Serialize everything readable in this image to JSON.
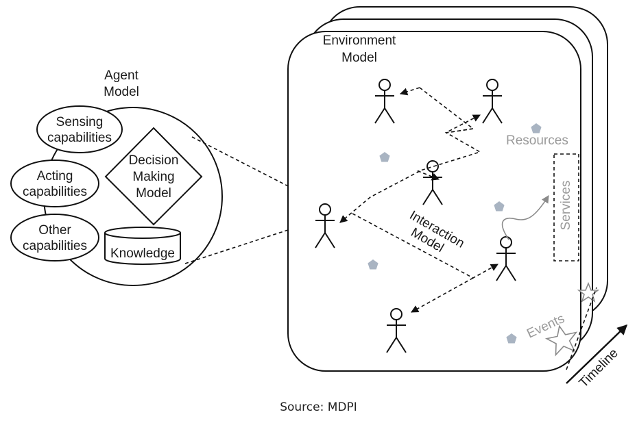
{
  "agent_model": {
    "title_line1": "Agent",
    "title_line2": "Model"
  },
  "capabilities": {
    "sensing_line1": "Sensing",
    "sensing_line2": "capabilities",
    "acting_line1": "Acting",
    "acting_line2": "capabilities",
    "other_line1": "Other",
    "other_line2": "capabilities"
  },
  "decision": {
    "line1": "Decision",
    "line2": "Making",
    "line3": "Model"
  },
  "knowledge": {
    "label": "Knowledge"
  },
  "environment": {
    "title_line1": "Environment",
    "title_line2": "Model"
  },
  "resources": {
    "label": "Resources"
  },
  "services": {
    "label": "Services"
  },
  "interaction": {
    "line1": "Interaction",
    "line2": "Model"
  },
  "events": {
    "label": "Events"
  },
  "timeline": {
    "label": "Timeline"
  },
  "caption": {
    "text": "Source: MDPI"
  },
  "colors": {
    "ink": "#111111",
    "resource_pentagon": "#a9b4c2",
    "muted_text": "#9a9a9a"
  },
  "icons": [
    "agent-figure-icon",
    "resource-pentagon-icon",
    "event-star-icon",
    "timeline-arrow-icon"
  ]
}
